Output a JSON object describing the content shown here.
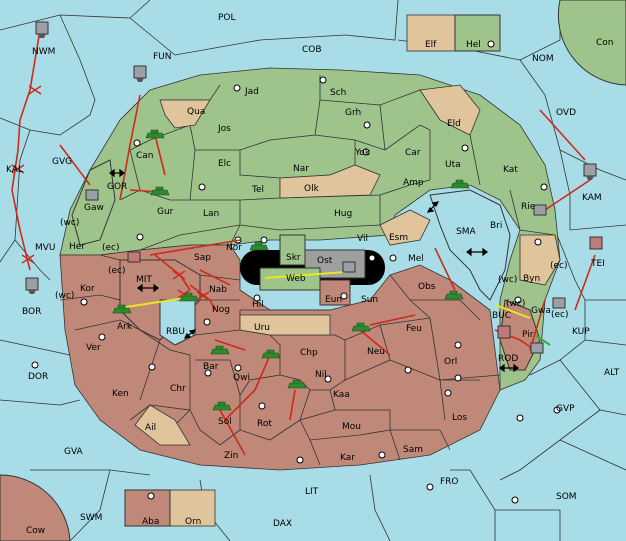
{
  "colors": {
    "sea": "#a8dde8",
    "green": "#9ec48c",
    "red": "#c08878",
    "tan": "#e0c49c",
    "black_sea": "#000000",
    "order_line": "#cc2a1a",
    "support_line": "#e8e820",
    "convoy_line": "#30b030"
  },
  "labels": {
    "POL": "POL",
    "COB": "COB",
    "FUN": "FUN",
    "NWM": "NWM",
    "NOM": "NOM",
    "Con": "Con",
    "OVD": "OVD",
    "KAM": "KAM",
    "GVG": "GVG",
    "KAL": "KAL",
    "GOR": "GOR",
    "MVU": "MVU",
    "BOR": "BOR",
    "MIT": "MIT",
    "RBU": "RBU",
    "SMA": "SMA",
    "TEI": "TEI",
    "BUC": "BUC",
    "ROD": "ROD",
    "KUP": "KUP",
    "ALT": "ALT",
    "GVP": "GVP",
    "DOR": "DOR",
    "GVA": "GVA",
    "FRO": "FRO",
    "SOM": "SOM",
    "LIT": "LIT",
    "SWM": "SWM",
    "DAX": "DAX",
    "Cow": "Cow",
    "Aba": "Aba",
    "Orn": "Orn",
    "Elf": "Elf",
    "Hel": "Hel",
    "Jad": "Jad",
    "Sch": "Sch",
    "Qua": "Qua",
    "Jos": "Jos",
    "Grh": "Grh",
    "Eld": "Eld",
    "Can": "Can",
    "Elc": "Elc",
    "Nar": "Nar",
    "Yok": "Yok",
    "Car": "Car",
    "Uta": "Uta",
    "Kat": "Kat",
    "Gaw": "Gaw",
    "Gur": "Gur",
    "Tel": "Tel",
    "Olk": "Olk",
    "Amp": "Amp",
    "Lan": "Lan",
    "Hug": "Hug",
    "Rie": "Rie",
    "Her": "Her",
    "Bri": "Bri",
    "Nor": "Nor",
    "Vil": "Vil",
    "Esm": "Esm",
    "Sap": "Sap",
    "Skr": "Skr",
    "Ost": "Ost",
    "Mel": "Mel",
    "Byn": "Byn",
    "Kor": "Kor",
    "Web": "Web",
    "Nab": "Nab",
    "Eun": "Eun",
    "Sun": "Sun",
    "Obs": "Obs",
    "Hil": "Hil",
    "Ark": "Ark",
    "Nog": "Nog",
    "Gwa": "Gwa",
    "Pir": "Pir",
    "Uru": "Uru",
    "Feu": "Feu",
    "Ver": "Ver",
    "Chp": "Chp",
    "Neu": "Neu",
    "Bar": "Bar",
    "Qwi": "Qwi",
    "Nil": "Nil",
    "Orl": "Orl",
    "Ken": "Ken",
    "Chr": "Chr",
    "Kaa": "Kaa",
    "Sol": "Sol",
    "Ail": "Ail",
    "Rot": "Rot",
    "Mou": "Mou",
    "Los": "Los",
    "Zin": "Zin",
    "Kar": "Kar",
    "Sam": "Sam",
    "wc1": "(wc)",
    "ec1": "(ec)",
    "wc2": "(wc)",
    "ec2": "(ec)",
    "wc3": "(wc)",
    "ec3": "(ec)",
    "wc4": "(wc)",
    "ec4": "(ec)"
  }
}
